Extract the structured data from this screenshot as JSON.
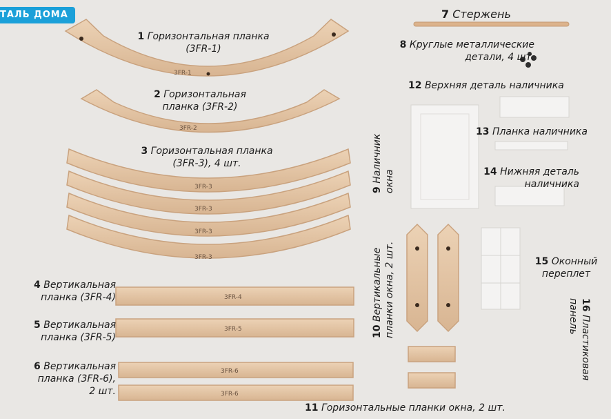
{
  "badge": "ТАЛЬ ДОМА",
  "parts": [
    {
      "num": "1",
      "text": "Горизонтальная планка",
      "text2": "(3FR-1)"
    },
    {
      "num": "2",
      "text": "Горизонтальная",
      "text2": "планка (3FR-2)"
    },
    {
      "num": "3",
      "text": "Горизонтальная планка",
      "text2": "(3FR-3), 4 шт."
    },
    {
      "num": "4",
      "text": "Вертикальная",
      "text2": "планка (3FR-4)"
    },
    {
      "num": "5",
      "text": "Вертикальная",
      "text2": "планка (3FR-5)"
    },
    {
      "num": "6",
      "text": "Вертикальная",
      "text2": "планка (3FR-6),",
      "text3": "2 шт."
    },
    {
      "num": "7",
      "text": "Стержень"
    },
    {
      "num": "8",
      "text": "Круглые металлические",
      "text2": "детали, 4 шт."
    },
    {
      "num": "9",
      "text": "Наличник",
      "text2": "окна"
    },
    {
      "num": "10",
      "text": "Вертикальные",
      "text2": "планки окна, 2 шт."
    },
    {
      "num": "11",
      "text": "Горизонтальные планки окна, 2 шт."
    },
    {
      "num": "12",
      "text": "Верхняя деталь наличника"
    },
    {
      "num": "13",
      "text": "Планка наличника"
    },
    {
      "num": "14",
      "text": "Нижняя деталь",
      "text2": "наличника"
    },
    {
      "num": "15",
      "text": "Оконный",
      "text2": "переплет"
    },
    {
      "num": "16",
      "text": "Пластиковая",
      "text2": "панель"
    }
  ],
  "stamps": {
    "p1": "3FR-1",
    "p2": "3FR-2",
    "p3": "3FR-3",
    "p4": "3FR-4",
    "p5": "3FR-5",
    "p6": "3FR-6"
  },
  "colors": {
    "badge": "#1ba0d9",
    "wood": "#e2c3a3",
    "wood_edge": "#c9a27e",
    "plastic": "#f4f3f2"
  }
}
